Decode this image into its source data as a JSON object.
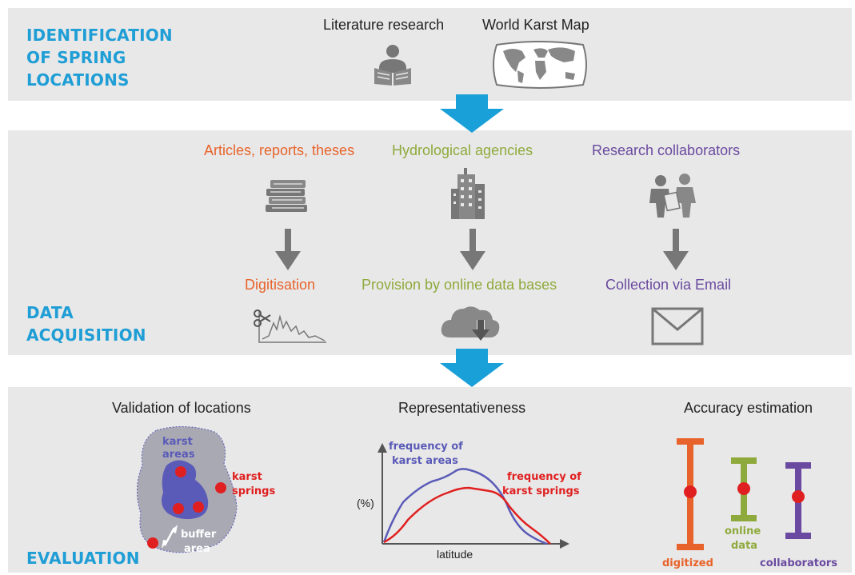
{
  "sections": {
    "identification": {
      "title_line1": "IDENTIFICATION",
      "title_line2": "OF SPRING",
      "title_line3": "LOCATIONS"
    },
    "acquisition": {
      "title_line1": "DATA",
      "title_line2": "ACQUISITION"
    },
    "evaluation": {
      "title": "EVALUATION"
    }
  },
  "identification": {
    "literature_label": "Literature research",
    "map_label": "World Karst Map"
  },
  "acquisition": {
    "sources": {
      "articles": "Articles, reports, theses",
      "agencies": "Hydrological agencies",
      "collaborators": "Research collaborators"
    },
    "methods": {
      "digitisation": "Digitisation",
      "provision": "Provision by online data bases",
      "email": "Collection via Email"
    }
  },
  "evaluation": {
    "validation": {
      "title": "Validation of locations",
      "karst_areas_1": "karst",
      "karst_areas_2": "areas",
      "karst_springs_1": "karst",
      "karst_springs_2": "springs",
      "buffer_1": "buffer",
      "buffer_2": "area"
    },
    "representativeness": {
      "title": "Representativeness",
      "freq_areas_1": "frequency of",
      "freq_areas_2": "karst areas",
      "freq_springs_1": "frequency of",
      "freq_springs_2": "karst springs",
      "ylabel": "(%)",
      "xlabel": "latitude"
    },
    "accuracy": {
      "title": "Accuracy estimation",
      "digitized": "digitized",
      "online_1": "online",
      "online_2": "data",
      "collaborators": "collaborators"
    }
  },
  "colors": {
    "section_title": "#1f9ed6",
    "arrow_blue": "#1aa0d8",
    "orange": "#e8632b",
    "green": "#8faa3c",
    "purple": "#6a4aa0",
    "karst_blue": "#5a5ab8",
    "red_dot": "#e02020"
  },
  "icons": [
    "reader-icon",
    "world-map-icon",
    "books-icon",
    "building-icon",
    "people-icon",
    "scissors-chart-icon",
    "cloud-download-icon",
    "envelope-icon"
  ]
}
